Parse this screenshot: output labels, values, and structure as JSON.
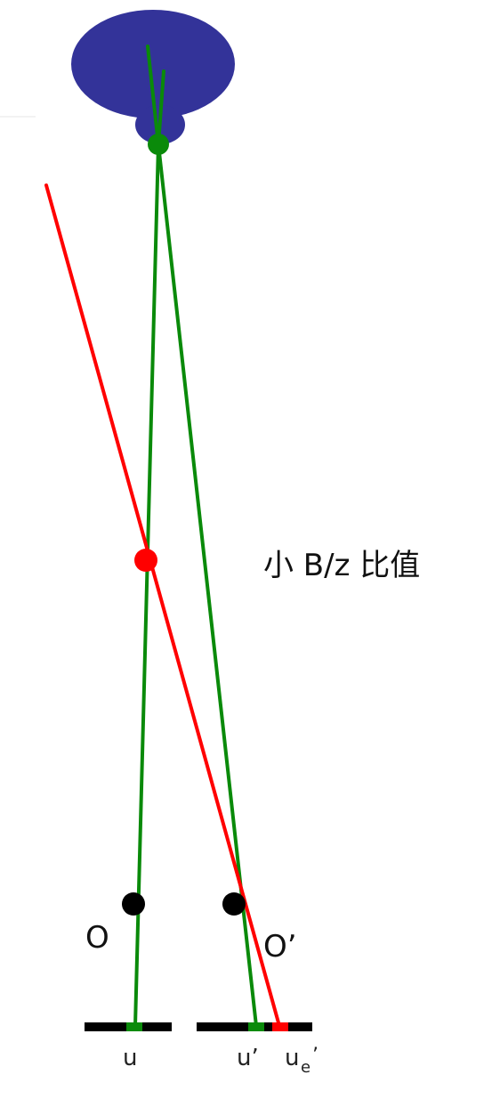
{
  "caption": "小 B/z 比值",
  "labels": {
    "left_center": "O",
    "right_center": "O’",
    "left_image_point": "u",
    "right_image_point": "u’",
    "right_estimated_point_base": "u",
    "right_estimated_point_sub": "e",
    "right_estimated_point_prime": "’"
  },
  "colors": {
    "object_blob": "#333399",
    "true_rays": "#0a8a0a",
    "estimated_ray": "#ff0000",
    "camera_centers": "#000000",
    "image_plane": "#000000"
  }
}
